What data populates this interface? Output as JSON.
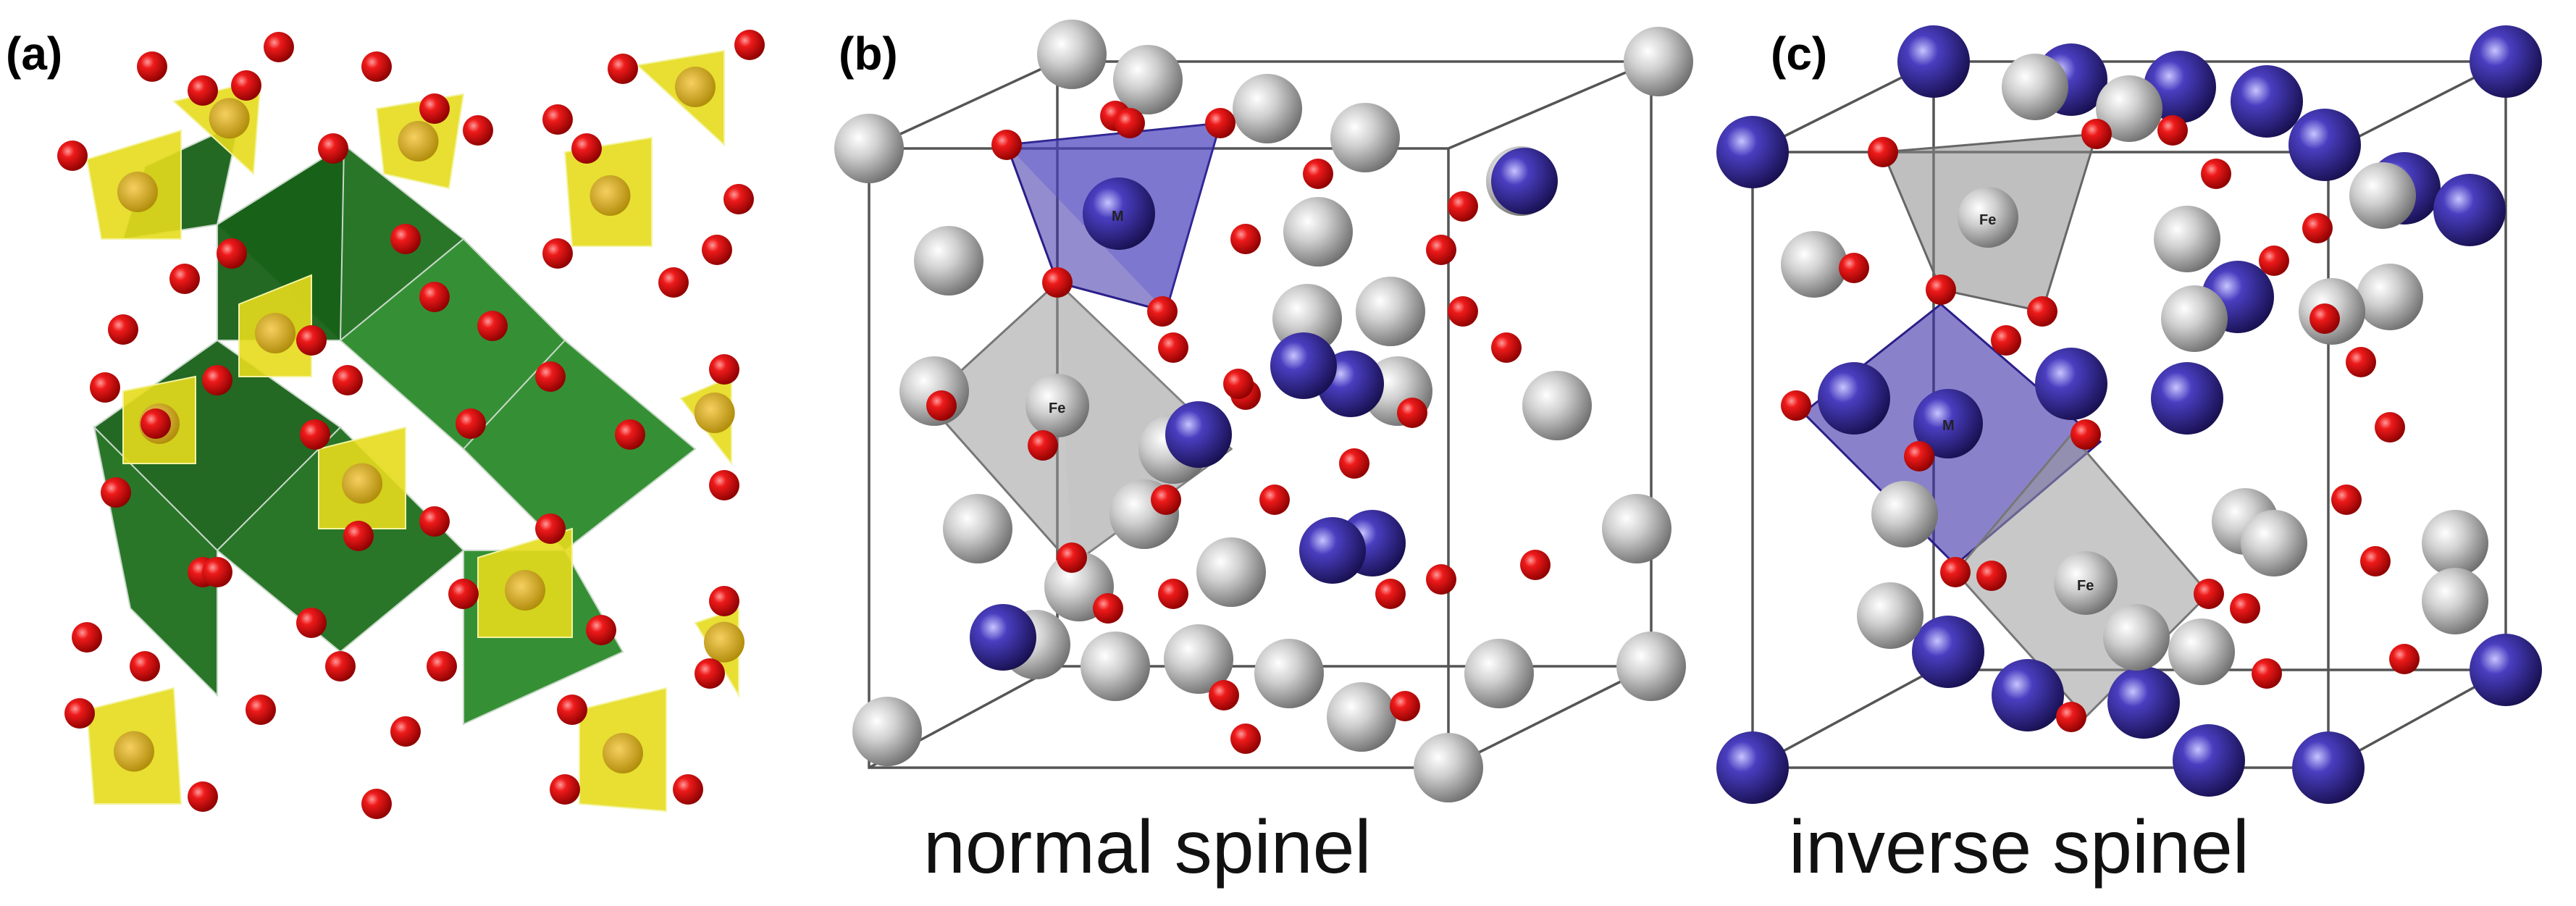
{
  "panels": [
    {
      "id": "a",
      "label": "(a)",
      "caption": ""
    },
    {
      "id": "b",
      "label": "(b)",
      "caption": "normal spinel"
    },
    {
      "id": "c",
      "label": "(c)",
      "caption": "inverse spinel"
    }
  ],
  "ion_labels": {
    "metal": "M",
    "iron": "Fe"
  },
  "colors": {
    "oxygen": "#e00000",
    "octahedra_green": "#1f7a1f",
    "tetrahedra_yellow": "#e8e020",
    "iron_grey": "#b8b8b8",
    "metal_blue": "#3a2fa8",
    "background": "#ffffff"
  }
}
